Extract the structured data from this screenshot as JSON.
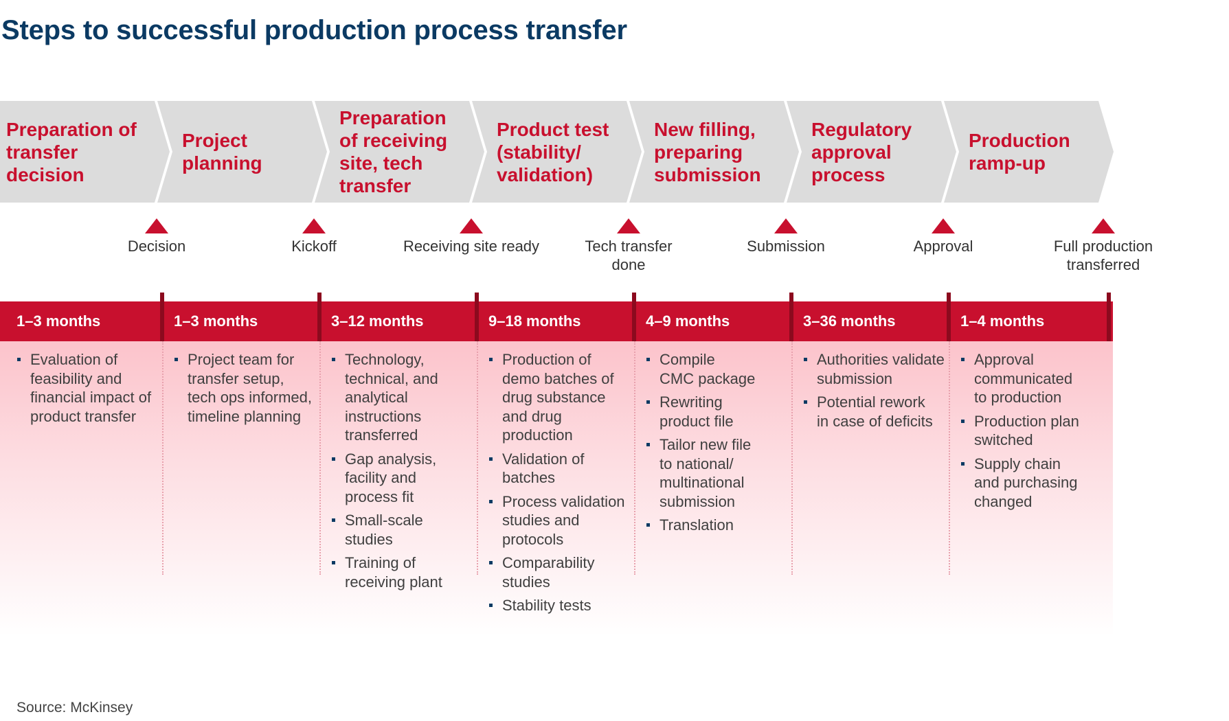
{
  "title": "Steps to successful production process transfer",
  "colors": {
    "title": "#0b3a63",
    "accent_red": "#c8102e",
    "chevron_fill": "#dcdcdc",
    "bullet_marker": "#0b3a63"
  },
  "phases": [
    {
      "title": "Preparation of transfer decision",
      "title_lines": [
        "Preparation of",
        "transfer",
        "decision"
      ],
      "duration": "1–3 months",
      "bullets": [
        [
          "Evaluation of",
          "feasibility and",
          "financial impact of",
          "product transfer"
        ]
      ]
    },
    {
      "title": "Project planning",
      "title_lines": [
        "Project",
        "planning"
      ],
      "duration": "1–3 months",
      "bullets": [
        [
          "Project team for",
          "transfer setup,",
          "tech ops informed,",
          "timeline planning"
        ]
      ]
    },
    {
      "title": "Preparation of receiving site, tech transfer",
      "title_lines": [
        "Preparation",
        "of receiving",
        "site, tech",
        "transfer"
      ],
      "duration": "3–12 months",
      "bullets": [
        [
          "Technology,",
          "technical, and",
          "analytical",
          "instructions",
          "transferred"
        ],
        [
          "Gap analysis,",
          "facility and",
          "process fit"
        ],
        [
          "Small-scale",
          "studies"
        ],
        [
          "Training of",
          "receiving plant"
        ]
      ]
    },
    {
      "title": "Product test (stability/ validation)",
      "title_lines": [
        "Product test",
        "(stability/",
        "validation)"
      ],
      "duration": "9–18 months",
      "bullets": [
        [
          "Production of",
          "demo batches of",
          "drug substance",
          "and drug",
          "production"
        ],
        [
          "Validation of",
          "batches"
        ],
        [
          "Process validation",
          "studies and",
          "protocols"
        ],
        [
          "Comparability",
          "studies"
        ],
        [
          "Stability tests"
        ]
      ]
    },
    {
      "title": "New filling, preparing submission",
      "title_lines": [
        "New filling,",
        "preparing",
        "submission"
      ],
      "duration": "4–9 months",
      "bullets": [
        [
          "Compile",
          "CMC package"
        ],
        [
          "Rewriting",
          "product file"
        ],
        [
          "Tailor new file",
          "to national/",
          "multinational",
          "submission"
        ],
        [
          "Translation"
        ]
      ]
    },
    {
      "title": "Regulatory approval process",
      "title_lines": [
        "Regulatory",
        "approval",
        "process"
      ],
      "duration": "3–36 months",
      "bullets": [
        [
          "Authorities validate",
          "submission"
        ],
        [
          "Potential rework",
          "in case of deficits"
        ]
      ]
    },
    {
      "title": "Production ramp-up",
      "title_lines": [
        "Production",
        "ramp-up"
      ],
      "duration": "1–4 months",
      "bullets": [
        [
          "Approval",
          "communicated",
          "to production"
        ],
        [
          "Production plan",
          "switched"
        ],
        [
          "Supply chain",
          "and purchasing",
          "changed"
        ]
      ]
    }
  ],
  "milestones": [
    {
      "lines": [
        "Decision"
      ]
    },
    {
      "lines": [
        "Kickoff"
      ]
    },
    {
      "lines": [
        "Receiving site ready"
      ]
    },
    {
      "lines": [
        "Tech transfer",
        "done"
      ]
    },
    {
      "lines": [
        "Submission"
      ]
    },
    {
      "lines": [
        "Approval"
      ]
    },
    {
      "lines": [
        "Full production",
        "transferred"
      ]
    }
  ],
  "source": "Source: McKinsey"
}
